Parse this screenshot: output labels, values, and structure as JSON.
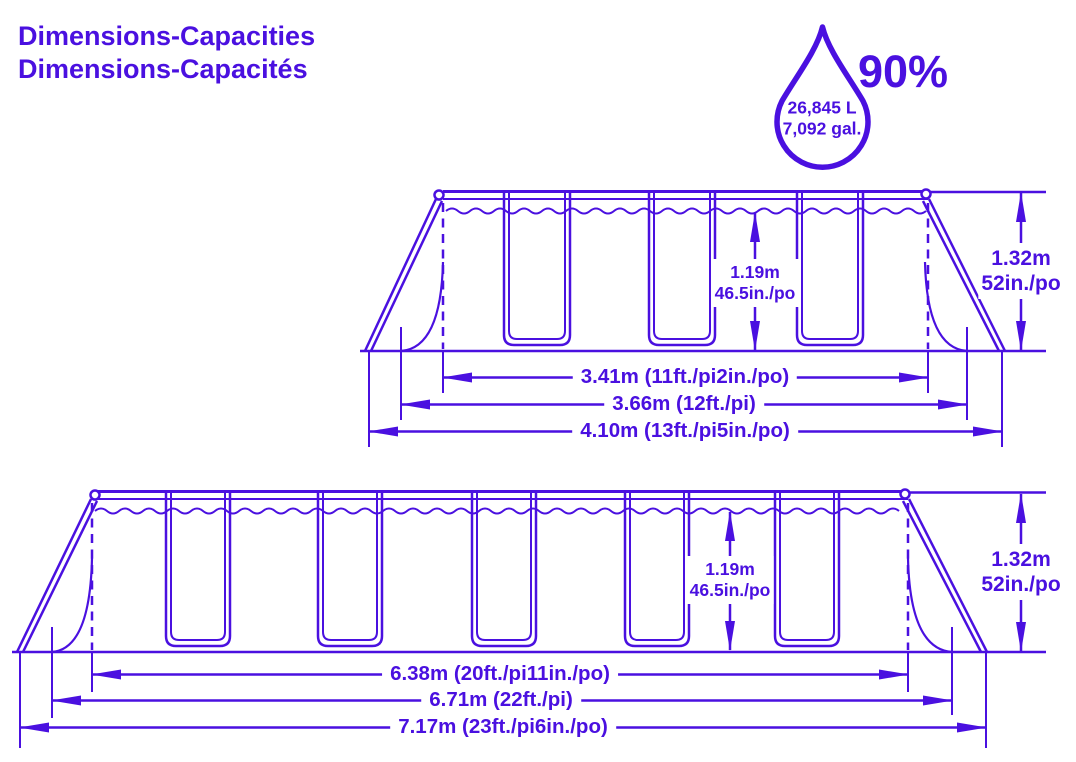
{
  "accent_color": "#4A10E0",
  "header": {
    "title_line1": "Dimensions-Capacities",
    "title_line2": "Dimensions-Capacités"
  },
  "capacity": {
    "percent": "90%",
    "liters": "26,845 L",
    "gallons": "7,092 gal."
  },
  "pool_small": {
    "water_height_m": "1.19m",
    "water_height_in": "46.5in./po",
    "wall_height_m": "1.32m",
    "wall_height_in": "52in./po",
    "length_water": "3.41m (11ft./pi2in./po)",
    "length_top": "3.66m (12ft./pi)",
    "length_base": "4.10m (13ft./pi5in./po)"
  },
  "pool_large": {
    "water_height_m": "1.19m",
    "water_height_in": "46.5in./po",
    "wall_height_m": "1.32m",
    "wall_height_in": "52in./po",
    "length_water": "6.38m (20ft./pi11in./po)",
    "length_top": "6.71m (22ft./pi)",
    "length_base": "7.17m (23ft./pi6in./po)"
  }
}
